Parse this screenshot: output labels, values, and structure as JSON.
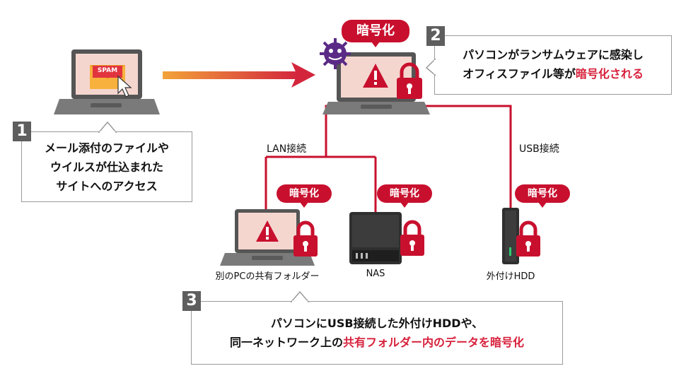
{
  "steps": [
    {
      "num": "1",
      "lines": [
        "メール添付のファイルや",
        "ウイルスが仕込まれた",
        "サイトへのアクセス"
      ]
    },
    {
      "num": "2",
      "line1": "パソコンがランサムウェアに感染し",
      "line2_plain": "オフィスファイル等が",
      "line2_red": "暗号化される"
    },
    {
      "num": "3",
      "line1": "パソコンにUSB接続した外付けHDDや、",
      "line2_plain": "同一ネットワーク上の",
      "line2_red": "共有フォルダー内のデータを暗号化"
    }
  ],
  "badges": {
    "main": "暗号化",
    "pc": "暗号化",
    "nas": "暗号化",
    "hdd": "暗号化"
  },
  "spam_label": "SPAM",
  "connections": {
    "lan": "LAN接続",
    "usb": "USB接続"
  },
  "devices": {
    "pc": "別のPCの共有フォルダー",
    "nas": "NAS",
    "hdd": "外付けHDD"
  },
  "colors": {
    "accent_red": "#c8102e",
    "arrow_start": "#f2a33a",
    "arrow_end": "#d3263d",
    "box_gray": "#5e5e5e"
  },
  "icons": [
    "envelope-icon",
    "cursor-icon",
    "warning-icon",
    "lock-icon",
    "virus-icon",
    "laptop-icon",
    "nas-icon",
    "hdd-icon"
  ]
}
